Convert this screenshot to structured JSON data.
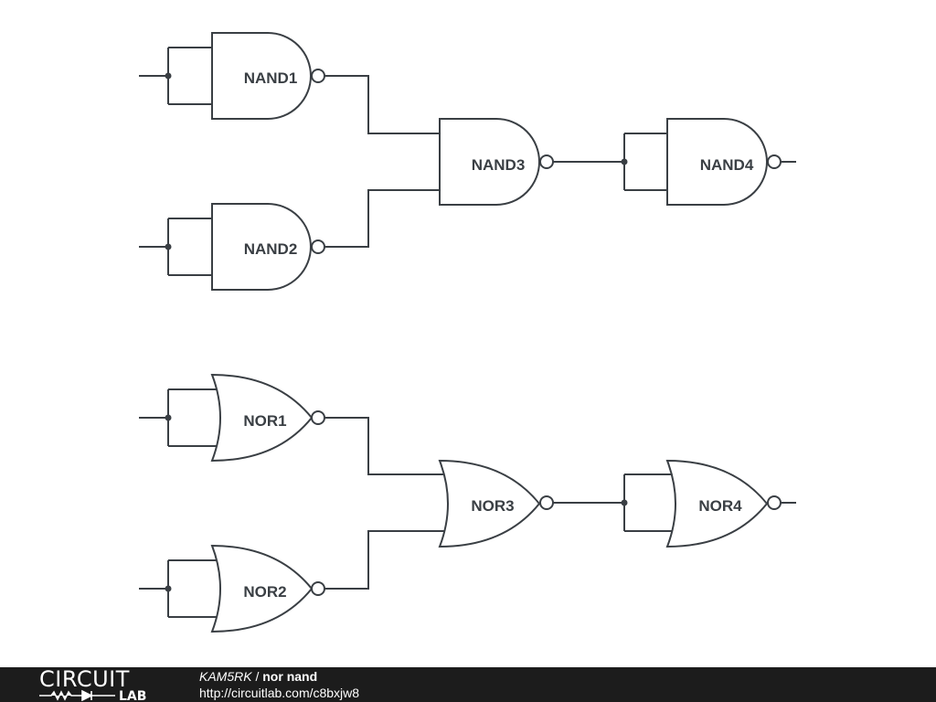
{
  "gates": {
    "nand1": "NAND1",
    "nand2": "NAND2",
    "nand3": "NAND3",
    "nand4": "NAND4",
    "nor1": "NOR1",
    "nor2": "NOR2",
    "nor3": "NOR3",
    "nor4": "NOR4"
  },
  "footer": {
    "logo_top": "CIRCUIT",
    "logo_bottom": "LAB",
    "author": "KAM5RK",
    "separator": " / ",
    "title": "nor nand",
    "url": "http://circuitlab.com/c8bxjw8"
  },
  "colors": {
    "stroke": "#3a3f44",
    "footer_background": "#1c1c1c"
  }
}
